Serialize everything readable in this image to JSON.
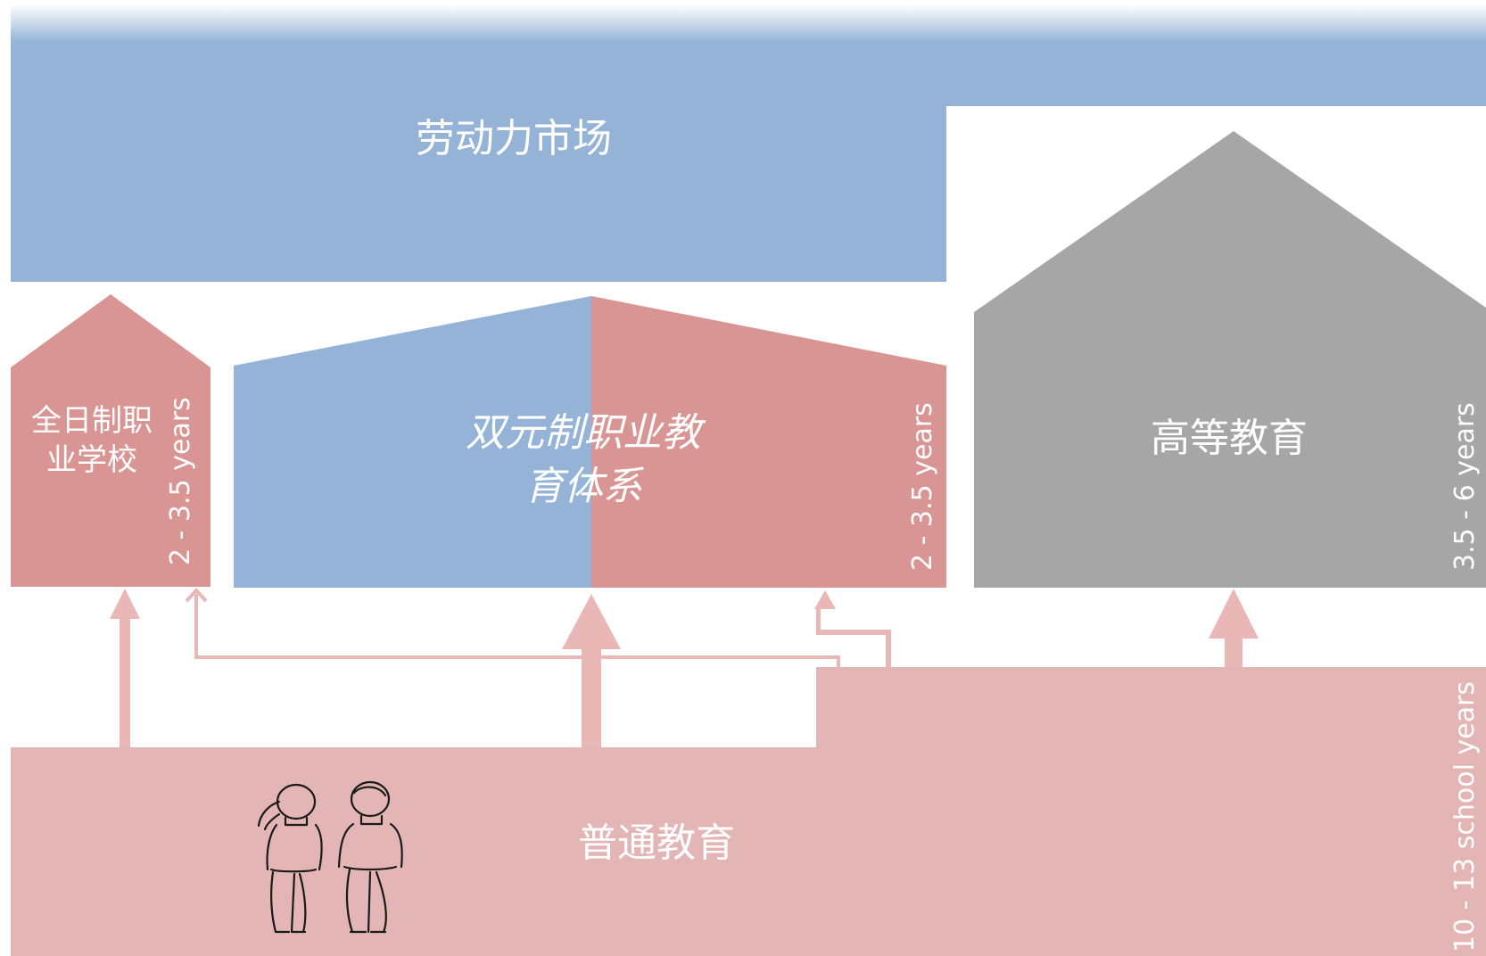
{
  "colors": {
    "labor_blue": "#94b3d7",
    "vocational_red": "#d99593",
    "general_pink": "#e4b5b5",
    "higher_gray": "#a6a6a6",
    "arrow_pink": "#e8b7b6",
    "text": "#ffffff"
  },
  "labor_market": {
    "label": "劳动力市场"
  },
  "fulltime_school": {
    "label_line1": "全日制职",
    "label_line2": "业学校",
    "years": "2 - 3.5 years"
  },
  "dual_system": {
    "label_line1": "双元制职业教",
    "label_line2": "育体系",
    "years": "2 - 3.5 years"
  },
  "higher_education": {
    "label": "高等教育",
    "years": "3.5 - 6 years"
  },
  "general_education": {
    "label": "普通教育",
    "years": "10 - 13  school years"
  },
  "icons": {
    "students": "two-students-sketch-icon"
  }
}
